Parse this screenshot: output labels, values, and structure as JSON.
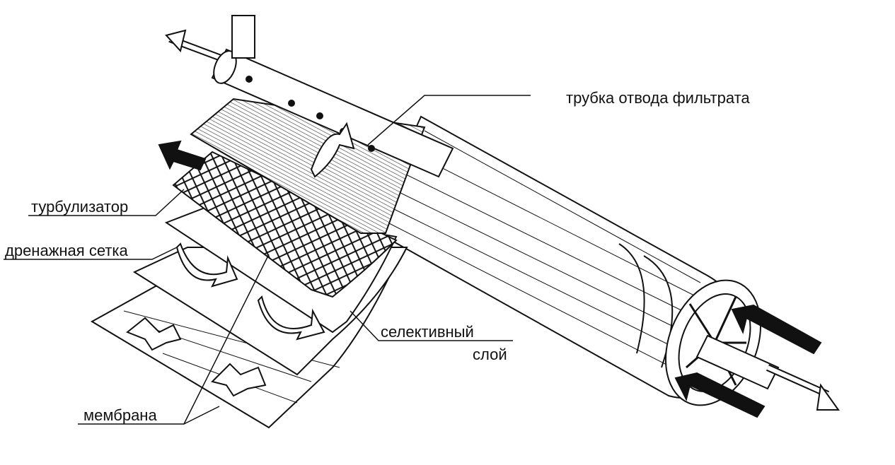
{
  "labels": {
    "permeate_tube": "трубка отвода фильтрата",
    "turbulizer": "турбулизатор",
    "drainage_mesh": "дренажная сетка",
    "selective_layer_1": "селективный",
    "selective_layer_2": "слой",
    "membrane": "мембрана"
  },
  "colors": {
    "ink": "#111111",
    "paper": "#ffffff"
  }
}
